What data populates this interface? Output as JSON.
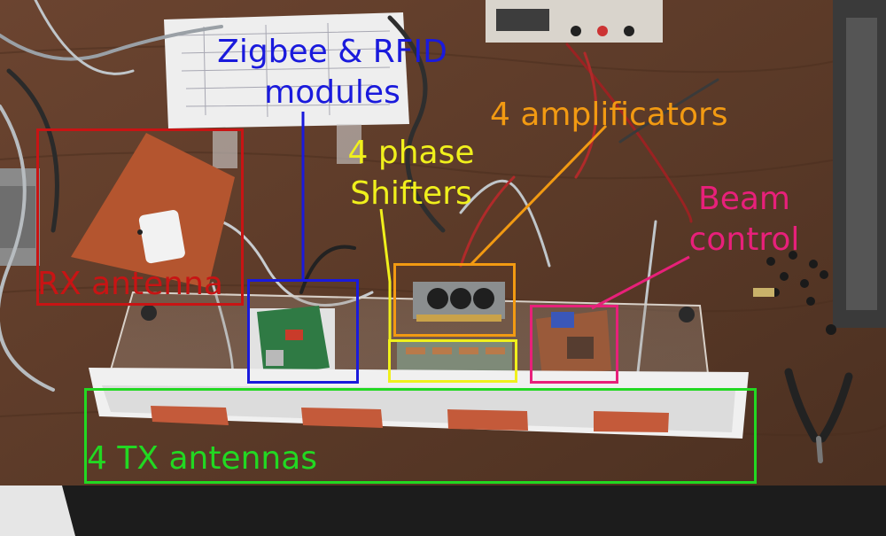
{
  "annotations": {
    "zigbee": {
      "text_line1": "Zigbee & RFID",
      "text_line2": "modules",
      "color": "#1a1adc"
    },
    "amplifiers": {
      "text": "4 amplificators",
      "color": "#f29a12"
    },
    "phase_shifters": {
      "text_line1": "4 phase",
      "text_line2": "Shifters",
      "color": "#f0f01c"
    },
    "beam_control": {
      "text_line1": "Beam",
      "text_line2": "control",
      "color": "#e8207a"
    },
    "rx_antenna": {
      "text": "RX antenna",
      "color": "#c81414"
    },
    "tx_antennas": {
      "text": "4 TX antennas",
      "color": "#22d822"
    }
  }
}
